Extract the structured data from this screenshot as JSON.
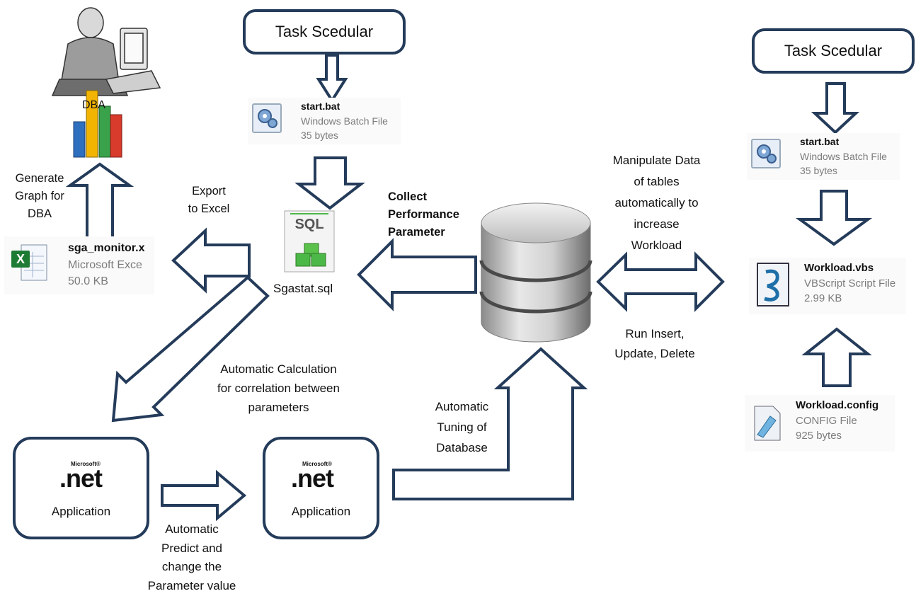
{
  "scheduler_left": {
    "label": "Task Scedular"
  },
  "scheduler_right": {
    "label": "Task Scedular"
  },
  "dba": {
    "label": "DBA"
  },
  "start_bat_left": {
    "name": "start.bat",
    "type": "Windows Batch File",
    "size": "35 bytes"
  },
  "start_bat_right": {
    "name": "start.bat",
    "type": "Windows Batch File",
    "size": "35 bytes"
  },
  "sga_monitor": {
    "name": "sga_monitor.x",
    "type": "Microsoft Exce",
    "size": "50.0 KB"
  },
  "sql_file": {
    "icon_text": "SQL",
    "name": "Sgastat.sql"
  },
  "workload_vbs": {
    "name": "Workload.vbs",
    "type": "VBScript Script File",
    "size": "2.99 KB"
  },
  "workload_config": {
    "name": "Workload.config",
    "type": "CONFIG File",
    "size": "925 bytes"
  },
  "labels": {
    "generate_graph": [
      "Generate",
      "Graph for",
      "DBA"
    ],
    "export_excel": [
      "Export",
      "to Excel"
    ],
    "collect_performance": [
      "Collect",
      "Performance",
      "Parameter"
    ],
    "manipulate_data": [
      "Manipulate Data",
      "of tables",
      "automatically to",
      "increase",
      "Workload"
    ],
    "run_insert": [
      "Run Insert,",
      "Update, Delete"
    ],
    "auto_calc": [
      "Automatic Calculation",
      "for correlation between",
      "parameters"
    ],
    "auto_tuning": [
      "Automatic",
      "Tuning of",
      "Database"
    ],
    "auto_predict": [
      "Automatic",
      "Predict and",
      "change the",
      "Parameter value"
    ]
  },
  "app_left": {
    "brand": "Microsoft®",
    "logo": ".net",
    "label": "Application"
  },
  "app_right": {
    "brand": "Microsoft®",
    "logo": ".net",
    "label": "Application"
  },
  "colors": {
    "border": "#243b5a",
    "arrow_fill": "#ffffff",
    "excel_green": "#1e7b34",
    "sql_green": "#4cb848"
  }
}
